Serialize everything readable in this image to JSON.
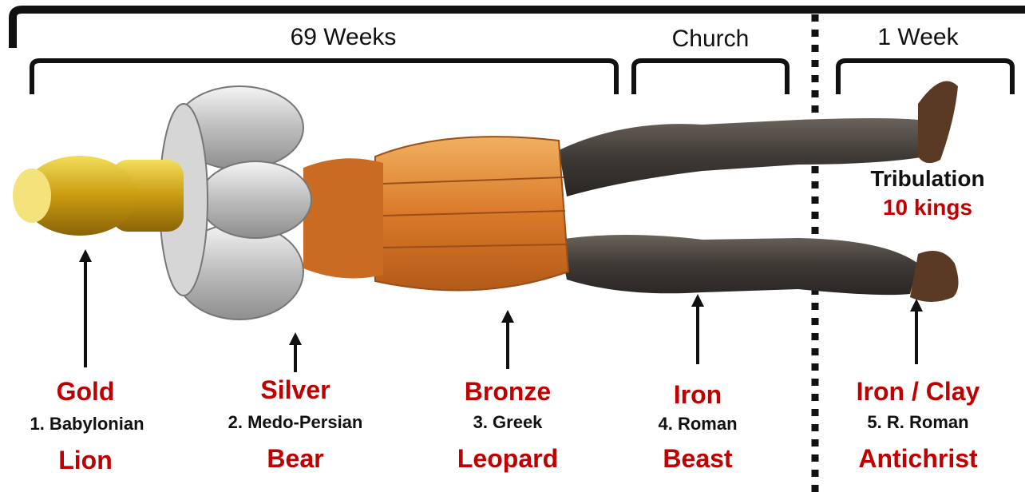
{
  "brackets": {
    "top_label": "69 Weeks",
    "church": "Church",
    "one_week": "1 Week"
  },
  "tribulation": {
    "title": "Tribulation",
    "kings": "10 kings"
  },
  "kingdoms": [
    {
      "metal": "Gold",
      "empire": "1. Babylonian",
      "beast": "Lion"
    },
    {
      "metal": "Silver",
      "empire": "2. Medo-Persian",
      "beast": "Bear"
    },
    {
      "metal": "Bronze",
      "empire": "3. Greek",
      "beast": "Leopard"
    },
    {
      "metal": "Iron",
      "empire": "4. Roman",
      "beast": "Beast"
    },
    {
      "metal": "Iron / Clay",
      "empire": "5. R. Roman",
      "beast": "Antichrist"
    }
  ],
  "colors": {
    "accent_red": "#c00000",
    "gold": "#d9b21c",
    "silver": "#c8c8c8",
    "bronze": "#d98a3a",
    "iron": "#4a4540"
  }
}
